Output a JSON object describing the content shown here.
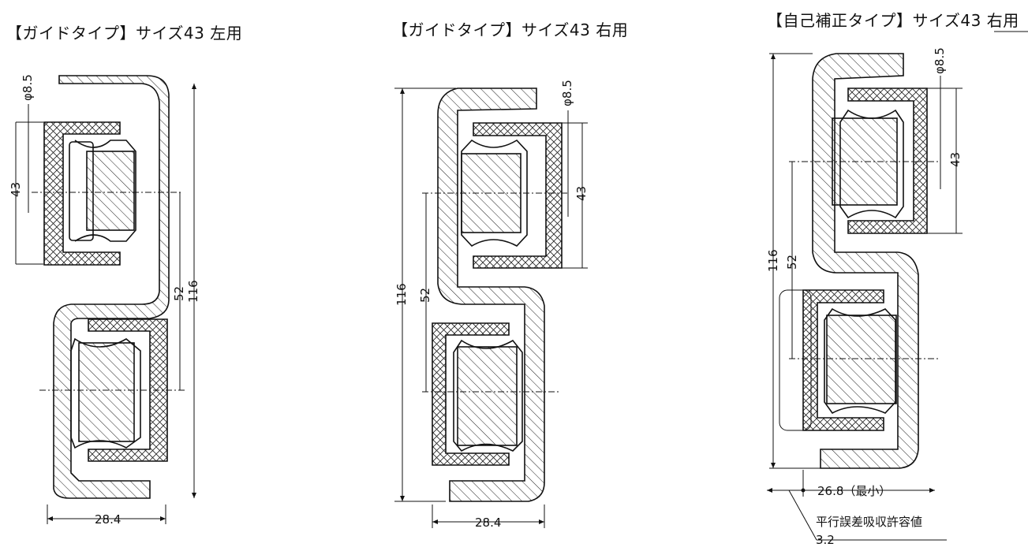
{
  "titles": {
    "left": "【ガイドタイプ】サイズ43 左用",
    "middle": "【ガイドタイプ】サイズ43 右用",
    "right": "【自己補正タイプ】サイズ43 右用"
  },
  "dimensions": {
    "phi": "φ8.5",
    "d43": "43",
    "d52": "52",
    "d116": "116",
    "w284": "28.4",
    "w268": "26.8（最小）",
    "tolerance_label": "平行誤差吸収許容値",
    "tolerance_value": "3.2"
  },
  "colors": {
    "ink": "#111111",
    "background": "#ffffff"
  }
}
